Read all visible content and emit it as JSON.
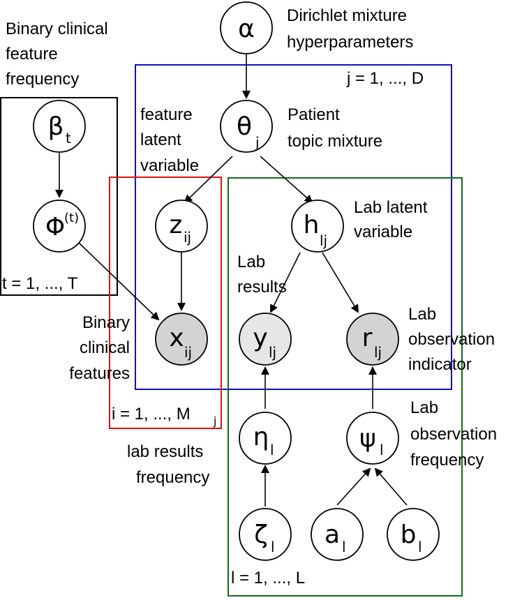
{
  "nodes": {
    "alpha": {
      "symbol": "α",
      "sub": ""
    },
    "theta": {
      "symbol": "θ",
      "sub": "j"
    },
    "beta": {
      "symbol": "β",
      "sub": "t"
    },
    "phi": {
      "symbol": "Φ",
      "sub": "",
      "sup": "(t)"
    },
    "z": {
      "symbol": "z",
      "sub": "ij"
    },
    "h": {
      "symbol": "h",
      "sub": "lj"
    },
    "x": {
      "symbol": "x",
      "sub": "ij"
    },
    "y": {
      "symbol": "y",
      "sub": "lj"
    },
    "r": {
      "symbol": "r",
      "sub": "lj"
    },
    "eta": {
      "symbol": "η",
      "sub": "l"
    },
    "psi": {
      "symbol": "ψ",
      "sub": "l"
    },
    "zeta": {
      "symbol": "ζ",
      "sub": "l"
    },
    "a": {
      "symbol": "a",
      "sub": "l"
    },
    "b": {
      "symbol": "b",
      "sub": "l"
    }
  },
  "labels": {
    "dirichlet": [
      "Dirichlet mixture",
      "hyperparameters"
    ],
    "binary_freq": [
      "Binary clinical",
      "feature",
      "frequency"
    ],
    "feature_latent": [
      "feature",
      "latent",
      "variable"
    ],
    "patient_topic": [
      "Patient",
      "topic mixture"
    ],
    "lab_latent": [
      "Lab latent",
      "variable"
    ],
    "lab_results": [
      "Lab",
      "results"
    ],
    "binary_features": [
      "Binary",
      "clinical",
      "features"
    ],
    "lab_obs_indicator": [
      "Lab",
      "observation",
      "indicator"
    ],
    "lab_results_freq": [
      "lab results",
      "frequency"
    ],
    "lab_obs_freq": [
      "Lab",
      "observation",
      "frequency"
    ]
  },
  "plates": {
    "j": "j = 1, ..., D",
    "t": "t = 1, ..., T",
    "i": "i = 1, ..., M",
    "i_sub": "j",
    "l": "l = 1, ..., L"
  },
  "colors": {
    "plate_j": "#1010c0",
    "plate_t": "#000000",
    "plate_i": "#e01010",
    "plate_l": "#107010",
    "observed_fill": "#d3d3d3",
    "observed_light_fill": "#e6e6e6"
  }
}
